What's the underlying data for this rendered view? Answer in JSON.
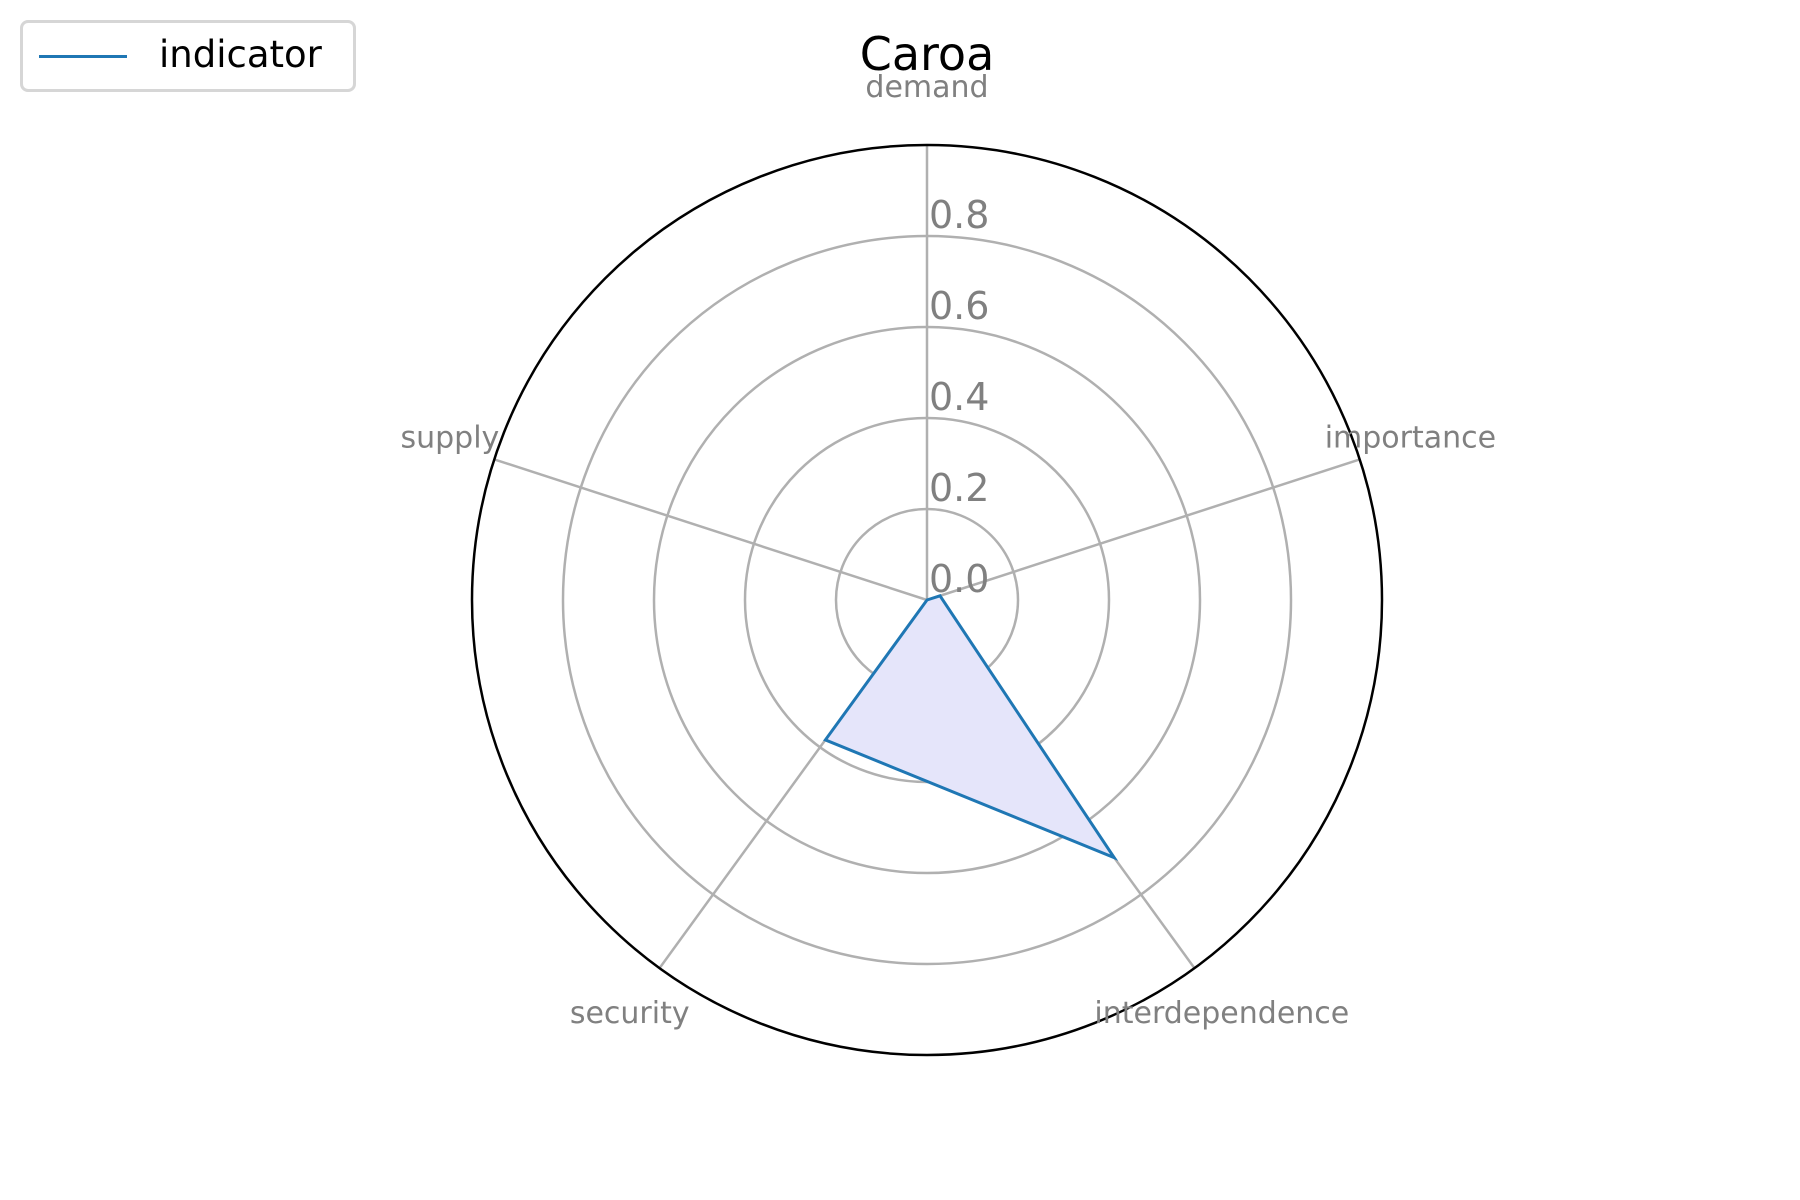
{
  "chart_data": {
    "type": "radar",
    "title": "Caroa",
    "axes": [
      "demand",
      "importance",
      "interdependence",
      "security",
      "supply"
    ],
    "rlim": [
      0,
      1.0
    ],
    "rticks": [
      "0.0",
      "0.2",
      "0.4",
      "0.6",
      "0.8"
    ],
    "rtick_values": [
      0.0,
      0.2,
      0.4,
      0.6,
      0.8
    ],
    "grid": true,
    "legend_position": "top-left",
    "series": [
      {
        "name": "indicator",
        "values": [
          0.0,
          0.03,
          0.7,
          0.38,
          0.0
        ],
        "line_color": "#1f77b4",
        "fill_color": "#e5e5fa"
      }
    ],
    "colors": {
      "grid": "#b0b0b0",
      "outer_circle": "#000000",
      "label": "#808080",
      "title": "#000000"
    }
  }
}
